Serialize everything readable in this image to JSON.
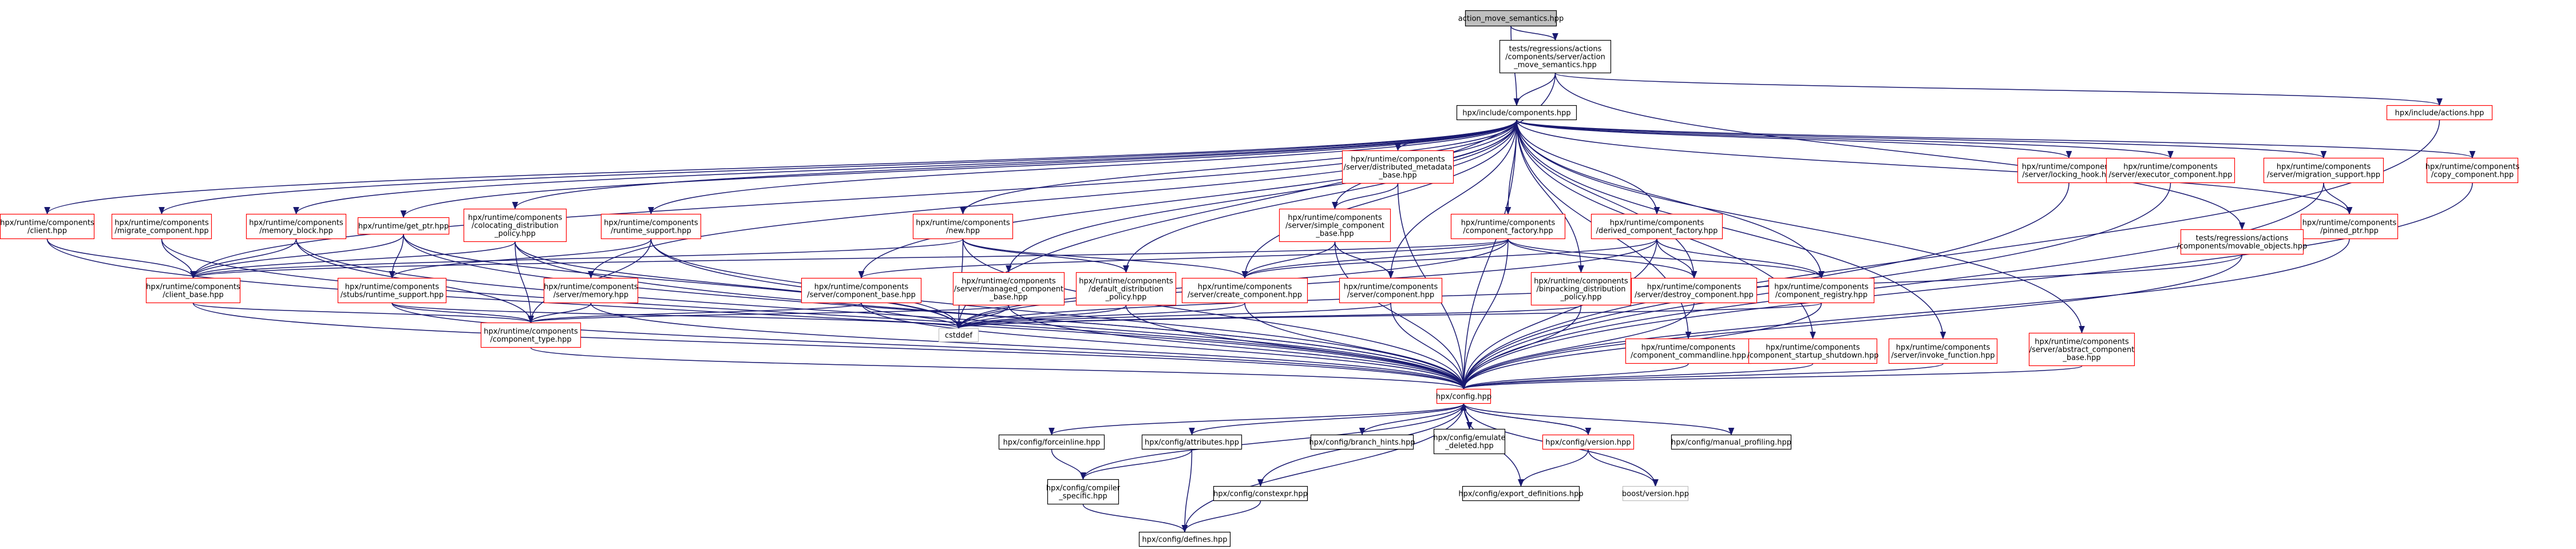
{
  "colors": {
    "edge": "#191970",
    "focus_fill": "#bfbfbf",
    "focus_border": "#000000",
    "plain_border": "#000000",
    "red_border": "#ff0000",
    "gray_border": "#bfbfbf",
    "node_fill": "#ffffff"
  },
  "nodes": [
    {
      "id": "root",
      "lines": [
        "action_move_semantics.hpp"
      ],
      "style": "focus"
    },
    {
      "id": "srv_ams",
      "lines": [
        "tests/regressions/actions",
        "/components/server/action",
        "_move_semantics.hpp"
      ],
      "style": "plain"
    },
    {
      "id": "comp",
      "lines": [
        "hpx/include/components.hpp"
      ],
      "style": "plain"
    },
    {
      "id": "actions",
      "lines": [
        "hpx/include/actions.hpp"
      ],
      "style": "red"
    },
    {
      "id": "dist_meta",
      "lines": [
        "hpx/runtime/components",
        "/server/distributed_metadata",
        "_base.hpp"
      ],
      "style": "red"
    },
    {
      "id": "locking",
      "lines": [
        "hpx/runtime/components",
        "/server/locking_hook.hpp"
      ],
      "style": "red"
    },
    {
      "id": "executor",
      "lines": [
        "hpx/runtime/components",
        "/server/executor_component.hpp"
      ],
      "style": "red"
    },
    {
      "id": "migration",
      "lines": [
        "hpx/runtime/components",
        "/server/migration_support.hpp"
      ],
      "style": "red"
    },
    {
      "id": "copy",
      "lines": [
        "hpx/runtime/components",
        "/copy_component.hpp"
      ],
      "style": "red"
    },
    {
      "id": "client",
      "lines": [
        "hpx/runtime/components",
        "/client.hpp"
      ],
      "style": "red"
    },
    {
      "id": "migrate",
      "lines": [
        "hpx/runtime/components",
        "/migrate_component.hpp"
      ],
      "style": "red"
    },
    {
      "id": "memblock",
      "lines": [
        "hpx/runtime/components",
        "/memory_block.hpp"
      ],
      "style": "red"
    },
    {
      "id": "getptr",
      "lines": [
        "hpx/runtime/get_ptr.hpp"
      ],
      "style": "red"
    },
    {
      "id": "coloc",
      "lines": [
        "hpx/runtime/components",
        "/colocating_distribution",
        "_policy.hpp"
      ],
      "style": "red"
    },
    {
      "id": "rtsupport",
      "lines": [
        "hpx/runtime/components",
        "/runtime_support.hpp"
      ],
      "style": "red"
    },
    {
      "id": "newh",
      "lines": [
        "hpx/runtime/components",
        "/new.hpp"
      ],
      "style": "red"
    },
    {
      "id": "simple",
      "lines": [
        "hpx/runtime/components",
        "/server/simple_component",
        "_base.hpp"
      ],
      "style": "red"
    },
    {
      "id": "factory",
      "lines": [
        "hpx/runtime/components",
        "/component_factory.hpp"
      ],
      "style": "red"
    },
    {
      "id": "derived",
      "lines": [
        "hpx/runtime/components",
        "/derived_component_factory.hpp"
      ],
      "style": "red"
    },
    {
      "id": "pinned",
      "lines": [
        "hpx/runtime/components",
        "/pinned_ptr.hpp"
      ],
      "style": "red"
    },
    {
      "id": "movable",
      "lines": [
        "tests/regressions/actions",
        "/components/movable_objects.hpp"
      ],
      "style": "red"
    },
    {
      "id": "clientbase",
      "lines": [
        "hpx/runtime/components",
        "/client_base.hpp"
      ],
      "style": "red"
    },
    {
      "id": "stubs",
      "lines": [
        "hpx/runtime/components",
        "/stubs/runtime_support.hpp"
      ],
      "style": "red"
    },
    {
      "id": "srvmem",
      "lines": [
        "hpx/runtime/components",
        "/server/memory.hpp"
      ],
      "style": "red"
    },
    {
      "id": "compbase",
      "lines": [
        "hpx/runtime/components",
        "/server/component_base.hpp"
      ],
      "style": "red"
    },
    {
      "id": "managed",
      "lines": [
        "hpx/runtime/components",
        "/server/managed_component",
        "_base.hpp"
      ],
      "style": "red"
    },
    {
      "id": "defdist",
      "lines": [
        "hpx/runtime/components",
        "/default_distribution",
        "_policy.hpp"
      ],
      "style": "red"
    },
    {
      "id": "create",
      "lines": [
        "hpx/runtime/components",
        "/server/create_component.hpp"
      ],
      "style": "red"
    },
    {
      "id": "srvcomp",
      "lines": [
        "hpx/runtime/components",
        "/server/component.hpp"
      ],
      "style": "red"
    },
    {
      "id": "binpack",
      "lines": [
        "hpx/runtime/components",
        "/binpacking_distribution",
        "_policy.hpp"
      ],
      "style": "red"
    },
    {
      "id": "destroy",
      "lines": [
        "hpx/runtime/components",
        "/server/destroy_component.hpp"
      ],
      "style": "red"
    },
    {
      "id": "registry",
      "lines": [
        "hpx/runtime/components",
        "/component_registry.hpp"
      ],
      "style": "red"
    },
    {
      "id": "comptype",
      "lines": [
        "hpx/runtime/components",
        "/component_type.hpp"
      ],
      "style": "red"
    },
    {
      "id": "cstddef",
      "lines": [
        "cstddef"
      ],
      "style": "gray"
    },
    {
      "id": "cmdline",
      "lines": [
        "hpx/runtime/components",
        "/component_commandline.hpp"
      ],
      "style": "red"
    },
    {
      "id": "startup",
      "lines": [
        "hpx/runtime/components",
        "/component_startup_shutdown.hpp"
      ],
      "style": "red"
    },
    {
      "id": "invoke",
      "lines": [
        "hpx/runtime/components",
        "/server/invoke_function.hpp"
      ],
      "style": "red"
    },
    {
      "id": "abstract",
      "lines": [
        "hpx/runtime/components",
        "/server/abstract_component",
        "_base.hpp"
      ],
      "style": "red"
    },
    {
      "id": "config",
      "lines": [
        "hpx/config.hpp"
      ],
      "style": "red"
    },
    {
      "id": "forceinline",
      "lines": [
        "hpx/config/forceinline.hpp"
      ],
      "style": "plain"
    },
    {
      "id": "attributes",
      "lines": [
        "hpx/config/attributes.hpp"
      ],
      "style": "plain"
    },
    {
      "id": "branch",
      "lines": [
        "hpx/config/branch_hints.hpp"
      ],
      "style": "plain"
    },
    {
      "id": "emulate",
      "lines": [
        "hpx/config/emulate",
        "_deleted.hpp"
      ],
      "style": "plain"
    },
    {
      "id": "version",
      "lines": [
        "hpx/config/version.hpp"
      ],
      "style": "red"
    },
    {
      "id": "profiling",
      "lines": [
        "hpx/config/manual_profiling.hpp"
      ],
      "style": "plain"
    },
    {
      "id": "compiler",
      "lines": [
        "hpx/config/compiler",
        "_specific.hpp"
      ],
      "style": "plain"
    },
    {
      "id": "constexpr",
      "lines": [
        "hpx/config/constexpr.hpp"
      ],
      "style": "plain"
    },
    {
      "id": "export",
      "lines": [
        "hpx/config/export_definitions.hpp"
      ],
      "style": "plain"
    },
    {
      "id": "boostver",
      "lines": [
        "boost/version.hpp"
      ],
      "style": "gray"
    },
    {
      "id": "defines",
      "lines": [
        "hpx/config/defines.hpp"
      ],
      "style": "plain"
    }
  ]
}
